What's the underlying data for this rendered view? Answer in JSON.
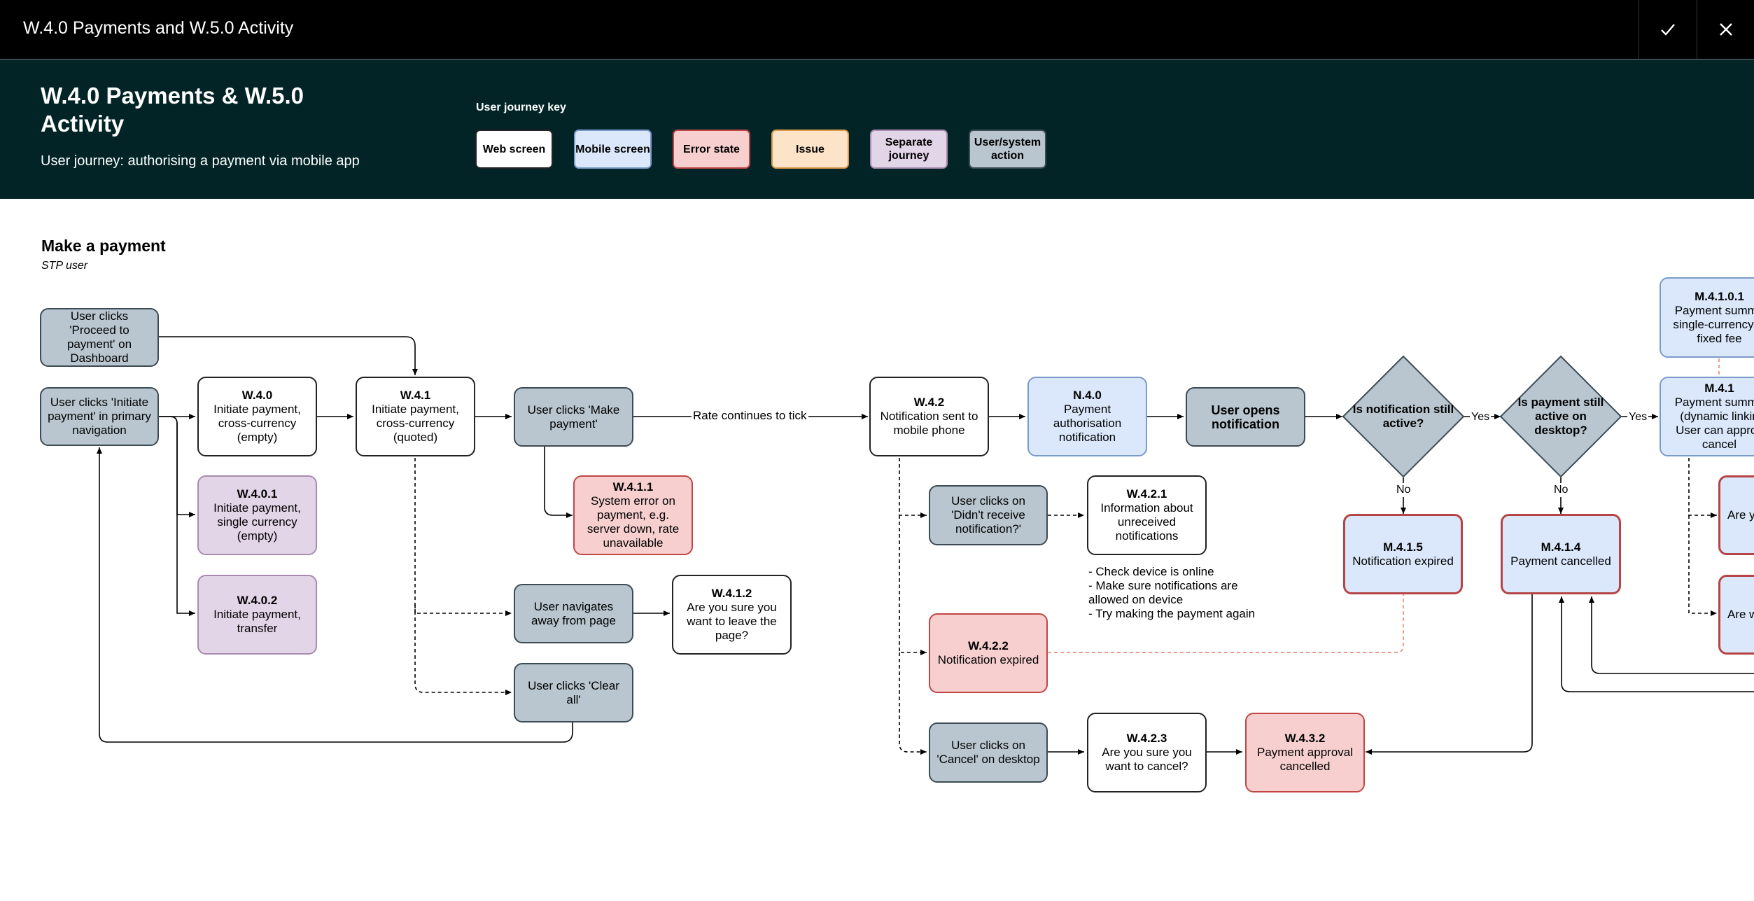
{
  "window": {
    "title": "W.4.0 Payments and W.5.0 Activity",
    "confirm_icon": "checkmark-icon",
    "close_icon": "close-icon"
  },
  "header": {
    "title": "W.4.0 Payments & W.5.0 Activity",
    "subtitle": "User journey: authorising a payment via mobile app",
    "key_title": "User journey key",
    "key": {
      "web": "Web screen",
      "mobile": "Mobile screen",
      "error": "Error state",
      "issue": "Issue",
      "separate": "Separate journey",
      "action": "User/system action"
    }
  },
  "section": {
    "title": "Make a payment",
    "subtitle": "STP user"
  },
  "colors": {
    "header_bg": "#022427",
    "web": "#ffffff",
    "mobile": "#dbe8fb",
    "error": "#f7cfcf",
    "issue": "#fde4c8",
    "separate": "#e3d5e8",
    "action": "#b9c6cf"
  },
  "nodes": {
    "proceed": {
      "text": "User clicks 'Proceed to payment' on Dashboard"
    },
    "initiate_nav": {
      "text": "User clicks 'Initiate payment' in primary navigation"
    },
    "w40": {
      "id": "W.4.0",
      "text": "Initiate payment, cross-currency (empty)"
    },
    "w401": {
      "id": "W.4.0.1",
      "text": "Initiate payment, single currency (empty)"
    },
    "w402": {
      "id": "W.4.0.2",
      "text": "Initiate payment, transfer"
    },
    "w41": {
      "id": "W.4.1",
      "text": "Initiate payment, cross-currency (quoted)"
    },
    "make_payment": {
      "text": "User clicks 'Make payment'"
    },
    "w411": {
      "id": "W.4.1.1",
      "text": "System error on payment, e.g. server down, rate unavailable"
    },
    "navigate_away": {
      "text": "User navigates away from page"
    },
    "w412": {
      "id": "W.4.1.2",
      "text": "Are you sure you want to leave the page?"
    },
    "clear_all": {
      "text": "User clicks 'Clear all'"
    },
    "w42": {
      "id": "W.4.2",
      "text": "Notification sent to mobile phone"
    },
    "n40": {
      "id": "N.4.0",
      "text": "Payment authorisation notification"
    },
    "opens_notification": {
      "text": "User opens notification"
    },
    "didnt_receive": {
      "text": "User clicks on 'Didn't receive notification?'"
    },
    "w421": {
      "id": "W.4.2.1",
      "text": "Information about unreceived notifications"
    },
    "w422": {
      "id": "W.4.2.2",
      "text": "Notification expired"
    },
    "cancel_desktop": {
      "text": "User clicks on 'Cancel' on desktop"
    },
    "w423": {
      "id": "W.4.2.3",
      "text": "Are you sure you want to cancel?"
    },
    "w432": {
      "id": "W.4.3.2",
      "text": "Payment approval cancelled"
    },
    "still_active": {
      "text": "Is notification still active?"
    },
    "m415": {
      "id": "M.4.1.5",
      "text": "Notification expired"
    },
    "payment_active": {
      "text": "Is payment still active on desktop?"
    },
    "m414": {
      "id": "M.4.1.4",
      "text": "Payment cancelled"
    },
    "m4101": {
      "id": "M.4.1.0.1",
      "text": "Payment summa single-currency w fixed fee"
    },
    "m41": {
      "id": "M.4.1",
      "text": "Payment summa (dynamic linkin User can approv cancel"
    },
    "are_y1": {
      "text": "Are y"
    },
    "are_y2": {
      "text": "Are wa"
    }
  },
  "labels": {
    "rate_tick": "Rate continues to tick",
    "yes1": "Yes",
    "yes2": "Yes",
    "no1": "No",
    "no2": "No"
  },
  "note": {
    "line1": "- Check device is online",
    "line2": "- Make sure notifications are allowed on device",
    "line3": "- Try making the payment again"
  }
}
